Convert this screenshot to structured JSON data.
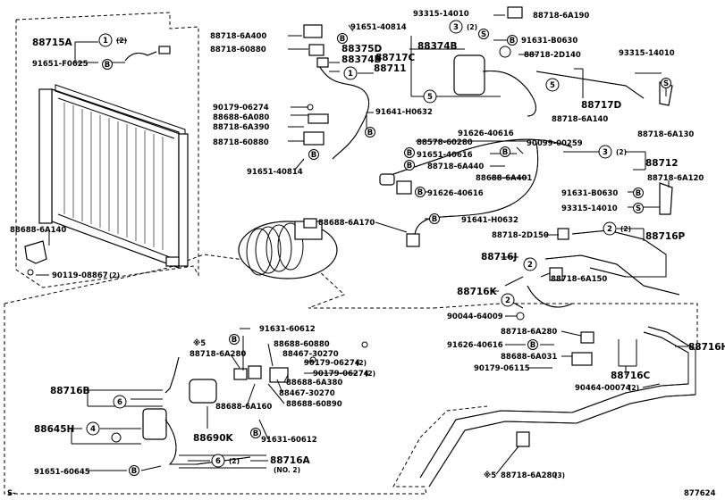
{
  "diagram_id": "877624",
  "footer_left": "S-",
  "labels": {
    "l_88715A": "88715A",
    "l_91651_F0625": "91651-F0625",
    "l_88718_6A400": "88718-6A400",
    "l_91651_40814a": "91651-40814",
    "l_88718_60880a": "88718-60880",
    "l_88375D": "88375D",
    "l_88374B_a": "88374B",
    "l_88711": "88711",
    "l_88717C": "88717C",
    "l_93315_14010a": "93315-14010",
    "l_88718_6A190": "88718-6A190",
    "l_88374B_b": "88374B",
    "l_91631_B0630a": "91631-B0630",
    "l_88718_2D140": "88718-2D140",
    "l_93315_14010b": "93315-14010",
    "l_88717D": "88717D",
    "l_88718_6A140": "88718-6A140",
    "l_88718_6A130": "88718-6A130",
    "l_90179_06274a": "90179-06274",
    "l_88688_6A080": "88688-6A080",
    "l_88718_6A390": "88718-6A390",
    "l_91641_H0632a": "91641-H0632",
    "l_88718_60880b": "88718-60880",
    "l_91651_40814b": "91651-40814",
    "l_91626_40616a": "91626-40616",
    "l_88578_60280": "88578-60280",
    "l_90099_00259": "90099-00259",
    "l_91651_40616": "91651-40616",
    "l_88718_6A440": "88718-6A440",
    "l_88688_6A401": "88688-6A401",
    "l_88712": "88712",
    "l_91626_40616b": "91626-40616",
    "l_88718_6A120": "88718-6A120",
    "l_91631_B0630b": "91631-B0630",
    "l_93315_14010c": "93315-14010",
    "l_88688_6A170": "88688-6A170",
    "l_91641_H0632b": "91641-H0632",
    "l_88688_6A140": "88688-6A140",
    "l_90119_08867": "90119-08867",
    "l_90119_qty": "(2)",
    "l_88718_2D150": "88718-2D150",
    "l_88716P": "88716P",
    "l_88716J": "88716J",
    "l_88718_6A150": "88718-6A150",
    "l_88716K": "88716K",
    "l_90044_64009": "90044-64009",
    "l_88718_6A280a": "88718-6A280",
    "l_91626_40616c": "91626-40616",
    "l_88688_6A031": "88688-6A031",
    "l_90179_06115": "90179-06115",
    "l_88716H": "88716H",
    "l_88716C": "88716C",
    "l_90464_00074": "90464-00074",
    "l_90464_qty": "(2)",
    "l_91631_60612a": "91631-60612",
    "l_note5a": "※5",
    "l_88718_6A280b": "88718-6A280",
    "l_88688_60880": "88688-60880",
    "l_88467_30270a": "88467-30270",
    "l_90179_06274b": "90179-06274",
    "l_90179_06274b_qty": "(2)",
    "l_90179_06274c": "90179-06274",
    "l_90179_06274c_qty": "(2)",
    "l_88688_6A380": "88688-6A380",
    "l_88467_30270b": "88467-30270",
    "l_88688_60890": "88688-60890",
    "l_88688_6A160": "88688-6A160",
    "l_88716B": "88716B",
    "l_88690K": "88690K",
    "l_91631_60612b": "91631-60612",
    "l_88645H": "88645H",
    "l_91651_60645": "91651-60645",
    "l_88716A": "88716A",
    "l_88716A_no": "(NO. 2)",
    "l_note5b": "※5",
    "l_88718_6A280c": "88718-6A280",
    "l_88718_6A280c_qty": "(3)"
  },
  "callouts": {
    "c1a": "1",
    "c1a_qty": "(2)",
    "c1b": "1",
    "c3a": "3",
    "c3a_qty": "(2)",
    "c3b": "3",
    "c3b_qty": "(2)",
    "c5a": "5",
    "c5b": "5",
    "c2a": "2",
    "c2a_qty": "(2)",
    "c2b": "2",
    "c2c": "2",
    "c4": "4",
    "c6a": "6",
    "c6b": "6",
    "c6b_qty": "(2)"
  },
  "markers": {
    "S": "S",
    "B": "B"
  }
}
